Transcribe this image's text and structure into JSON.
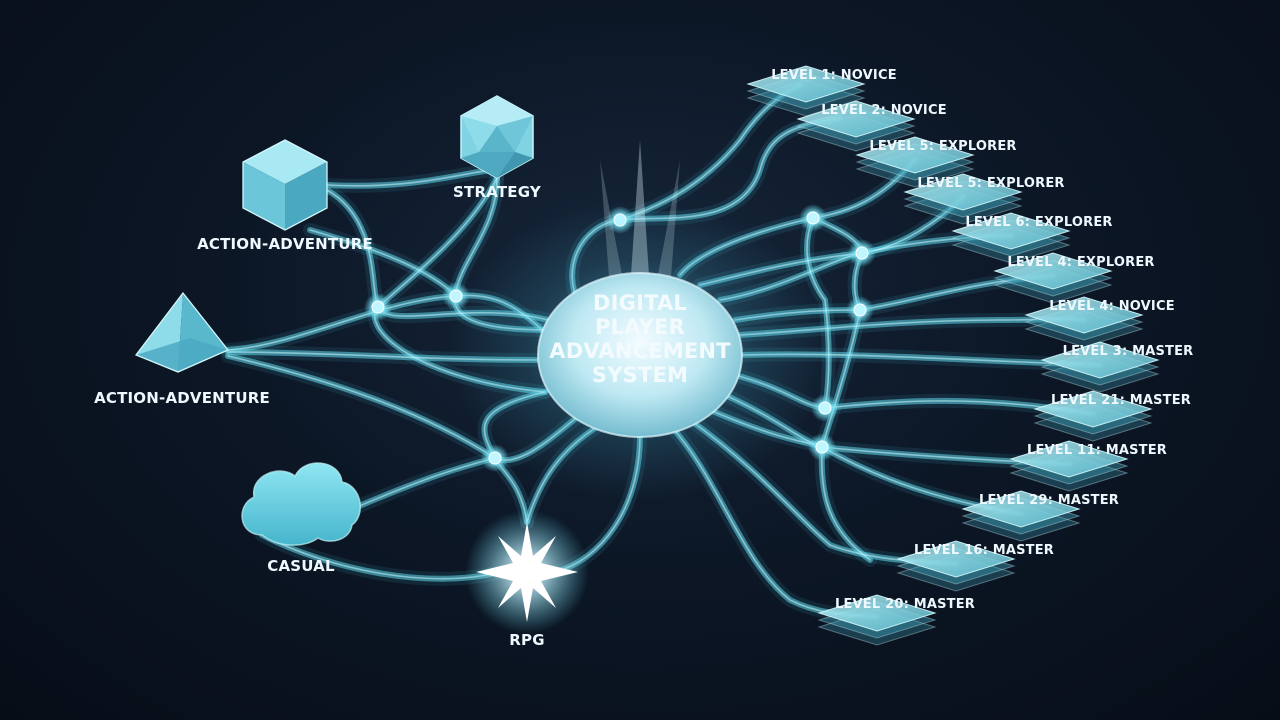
{
  "hub": {
    "lines": [
      "DIGITAL",
      "PLAYER",
      "ADVANCEMENT",
      "SYSTEM"
    ]
  },
  "genres": [
    {
      "label": "STRATEGY",
      "shape": "icosahedron-icon"
    },
    {
      "label": "ACTION-ADVENTURE",
      "shape": "cube-icon"
    },
    {
      "label": "ACTION-ADVENTURE",
      "shape": "pyramid-icon"
    },
    {
      "label": "CASUAL",
      "shape": "cloud-icon"
    },
    {
      "label": "RPG",
      "shape": "starburst-icon"
    }
  ],
  "levels": [
    "LEVEL 1: NOVICE",
    "LEVEL 2: NOVICE",
    "LEVEL 5: EXPLORER",
    "LEVEL 5: EXPLORER",
    "LEVEL 6: EXPLORER",
    "LEVEL 4: EXPLORER",
    "LEVEL 4: NOVICE",
    "LEVEL 3: MASTER",
    "LEVEL 21: MASTER",
    "LEVEL 11: MASTER",
    "LEVEL 29: MASTER",
    "LEVEL 16: MASTER",
    "LEVEL 20: MASTER"
  ],
  "colors": {
    "accent": "#5fd3e6",
    "background": "#0a1422",
    "tile": "#8fe3ee"
  }
}
